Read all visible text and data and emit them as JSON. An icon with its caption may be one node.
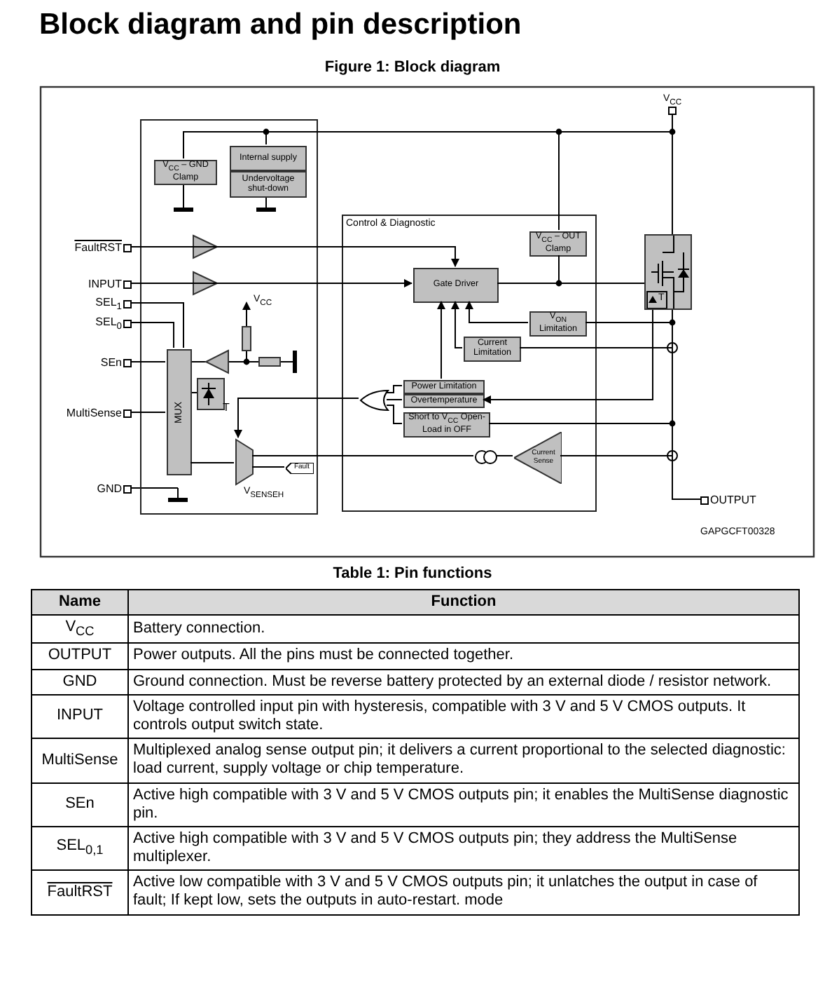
{
  "diagram": {
    "title": "Block diagram and pin description",
    "caption": "Figure 1: Block diagram",
    "nodes": [
      {
        "text": [],
        "shape": "box"
      },
      {
        "text": [
          "V$_{CC}$ – GND Clamp"
        ],
        "in": 0
      },
      {
        "text": [
          "Internal supply"
        ],
        "in": 0
      },
      {
        "text": [
          "Undervoltage shut-down"
        ],
        "in": 0
      },
      {
        "text": [
          "MUX"
        ],
        "in": 0
      },
      {
        "text": [
          "Control & Diagnostic"
        ]
      },
      {
        "text": [
          "Gate Driver"
        ],
        "in": 5
      },
      {
        "text": [
          "V$_{CC}$ – OUT Clamp"
        ],
        "in": 5
      },
      {
        "text": [
          "V$_{ON}$ Limitation"
        ],
        "in": 5
      },
      {
        "text": [
          "Current Limitation"
        ],
        "in": 5
      },
      {
        "text": [
          "Power Limitation"
        ],
        "in": 5
      },
      {
        "text": [
          "Overtemperature"
        ],
        "in": 5
      },
      {
        "text": [
          "Short to V$_{CC}$ Open-Load in OFF"
        ],
        "in": 5
      },
      {
        "text": [
          "Current Sense"
        ],
        "in": 5
      },
      {
        "text": [
          "Fault"
        ],
        "in": 0
      },
      {
        "text": [
          "FaultRST"
        ]
      },
      {
        "text": [
          "INPUT"
        ]
      },
      {
        "text": [
          "SEL$_{1}$"
        ]
      },
      {
        "text": [
          "SEL$_{0}$"
        ]
      },
      {
        "text": [
          "SEn"
        ]
      },
      {
        "text": [
          "MultiSense"
        ]
      },
      {
        "text": [
          "GND"
        ]
      },
      {
        "text": [
          "V$_{CC}$"
        ]
      },
      {
        "text": [
          "OUTPUT"
        ]
      },
      {
        "text": [],
        "shape": "box"
      },
      {
        "text": [],
        "shape": "gate",
        "in": 5
      },
      {
        "text": [],
        "shape": "trapezoid",
        "in": 0
      },
      {
        "text": [],
        "shape": "circle",
        "in": 5
      }
    ],
    "edges": [
      {
        "from": 15,
        "to": 6,
        "arrow": "to"
      },
      {
        "from": 16,
        "to": 6,
        "arrow": "to"
      },
      {
        "from": 17,
        "to": 4,
        "arrow": "none"
      },
      {
        "from": 18,
        "to": 4,
        "arrow": "none"
      },
      {
        "from": 19,
        "to": 4,
        "arrow": "none"
      },
      {
        "from": 20,
        "to": 4,
        "arrow": "none"
      },
      {
        "from": 6,
        "to": 24,
        "arrow": "none"
      },
      {
        "from": 7,
        "to": 6,
        "arrow": "none"
      },
      {
        "from": 8,
        "to": 6,
        "arrow": "to"
      },
      {
        "from": 9,
        "to": 6,
        "arrow": "to"
      },
      {
        "from": 10,
        "to": 6,
        "arrow": "to"
      },
      {
        "from": 24,
        "to": 11,
        "arrow": "to"
      },
      {
        "from": 22,
        "to": 24,
        "arrow": "none"
      },
      {
        "from": 24,
        "to": 23,
        "arrow": "none"
      },
      {
        "from": 2,
        "to": 22,
        "arrow": "none"
      },
      {
        "from": 1,
        "to": 22,
        "arrow": "none"
      },
      {
        "from": 7,
        "to": 22,
        "arrow": "none"
      },
      {
        "from": 8,
        "to": 24,
        "arrow": "none"
      },
      {
        "from": 9,
        "to": 23,
        "arrow": "none"
      },
      {
        "from": 12,
        "to": 23,
        "arrow": "none"
      },
      {
        "from": 13,
        "to": 23,
        "arrow": "none"
      },
      {
        "from": 10,
        "to": 25,
        "arrow": "none"
      },
      {
        "from": 11,
        "to": 25,
        "arrow": "none"
      },
      {
        "from": 12,
        "to": 25,
        "arrow": "none"
      },
      {
        "from": 25,
        "to": 26,
        "arrow": "to"
      },
      {
        "from": 26,
        "to": 4,
        "arrow": "none"
      },
      {
        "from": 14,
        "to": 26,
        "arrow": "none"
      },
      {
        "from": 13,
        "to": 27,
        "arrow": "none"
      },
      {
        "from": 27,
        "to": 26,
        "arrow": "none"
      }
    ],
    "labels": [
      "V$_{CC}$",
      "T",
      "T",
      "V$_{SENSEH}$",
      "GAPGCFT00328",
      "Table 1: Pin functions",
      "Name",
      "Function",
      "V$_{CC}$",
      "Battery connection.",
      "OUTPUT",
      "Power outputs. All the pins must be connected together.",
      "GND",
      "Ground connection. Must be reverse battery protected by an external diode / resistor network.",
      "INPUT",
      "Voltage controlled input pin with hysteresis, compatible with 3 V and 5 V CMOS outputs. It controls output switch state.",
      "MultiSense",
      "Multiplexed analog sense output pin; it delivers a current proportional to the selected diagnostic: load current, supply voltage or chip temperature.",
      "SEn",
      "Active high compatible with 3 V and 5 V CMOS outputs pin; it enables the MultiSense diagnostic pin.",
      "SEL$_{0,1}$",
      "Active high compatible with 3 V and 5 V CMOS outputs pin; they address the MultiSense multiplexer.",
      "FaultRST",
      "Active low compatible with 3 V and 5 V CMOS outputs pin; it unlatches the output in case of fault; If kept low, sets the outputs in auto-restart. mode"
    ]
  }
}
